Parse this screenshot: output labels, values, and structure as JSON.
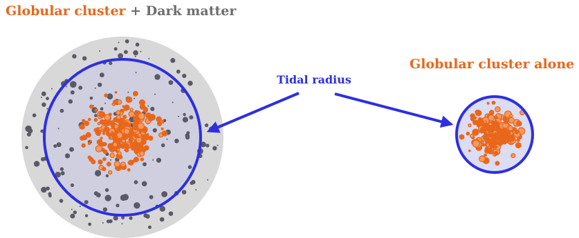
{
  "title": {
    "part1": "Globular cluster",
    "plus": "+",
    "part2": "Dark matter"
  },
  "labels": {
    "tidal_radius": "Tidal radius",
    "cluster_alone": "Globular cluster alone"
  },
  "colors": {
    "globular": "#e8671c",
    "dark_matter": "#5a5a66",
    "tidal": "#2e2fe0",
    "halo": "#d8d8d8",
    "inner_fill": "#cfcfe0",
    "small_fill": "#dcdcf2"
  }
}
